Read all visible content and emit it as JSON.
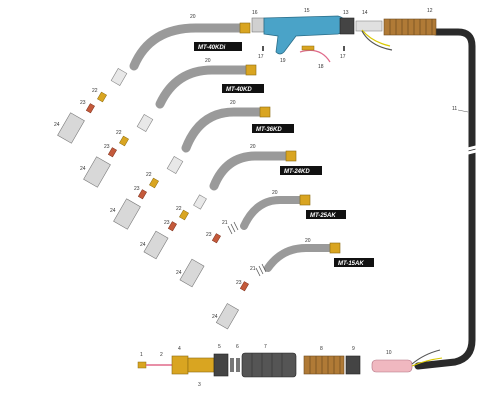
{
  "models": [
    "MT-40KDi",
    "MT-40KD",
    "MT-36KD",
    "MT-24KD",
    "MT-25AK",
    "MT-15AK"
  ],
  "cable_label": "11",
  "handle_labels": [
    "15",
    "16",
    "13",
    "12",
    "14",
    "17",
    "17",
    "18",
    "19"
  ],
  "neck_label": "20",
  "consumable_labels": [
    "21",
    "22",
    "23",
    "24"
  ],
  "bottom_labels": [
    "1",
    "2",
    "3",
    "4",
    "5",
    "6",
    "7",
    "8",
    "9",
    "10"
  ],
  "colors": {
    "cable": "#2a2a2a",
    "neck": "#9a9a9a",
    "brass": "#d9a521",
    "copper": "#c45a3b",
    "handle": "#4aa3c8",
    "spring": "#b07a36",
    "model_bg": "#111111",
    "pink": "#f0b8c0"
  }
}
